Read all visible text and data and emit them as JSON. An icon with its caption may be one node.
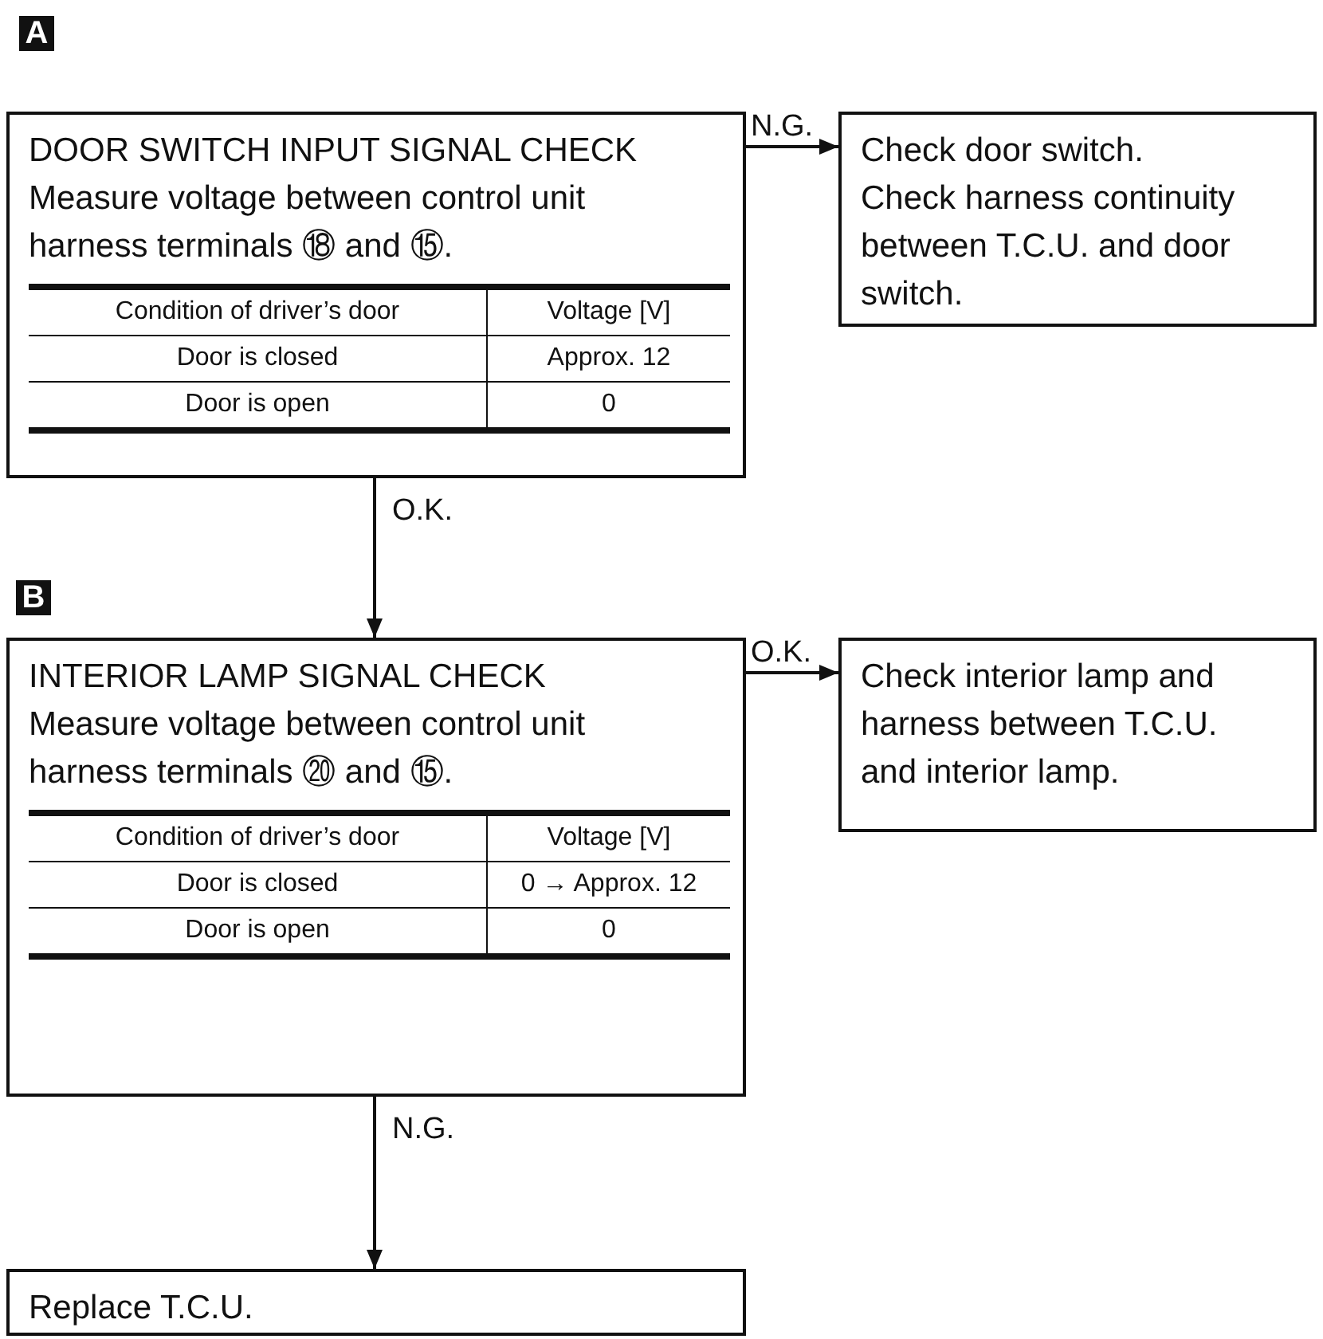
{
  "diagram": {
    "nodes": [
      {
        "text": [
          "DOOR SWITCH INPUT SIGNAL CHECK",
          "Measure voltage between control unit harness terminals ⑱ and ⑮."
        ]
      },
      {
        "text": [
          "Check door switch.",
          "Check harness continuity between T.C.U. and door switch."
        ]
      },
      {
        "text": [
          "INTERIOR LAMP SIGNAL CHECK",
          "Measure voltage between control unit harness terminals ⑳ and ⑮."
        ]
      },
      {
        "text": [
          "Check interior lamp and harness between T.C.U. and interior lamp."
        ]
      },
      {
        "text": [
          "Replace T.C.U."
        ]
      }
    ],
    "edges": [
      {
        "from": 0,
        "to": 1,
        "arrow": "to",
        "label": "N.G."
      },
      {
        "from": 0,
        "to": 2,
        "arrow": "to",
        "label": "O.K."
      },
      {
        "from": 2,
        "to": 3,
        "arrow": "to",
        "label": "O.K."
      },
      {
        "from": 2,
        "to": 4,
        "arrow": "to",
        "label": "N.G."
      }
    ],
    "labels": [
      "A",
      "Condition of driver’s door",
      "Voltage [V]",
      "Door is closed",
      "Approx. 12",
      "Door is open",
      "0",
      "B",
      "Condition of driver’s door",
      "Voltage [V]",
      "Door is closed",
      "0 → Approx. 12",
      "Door is open",
      "0"
    ]
  }
}
